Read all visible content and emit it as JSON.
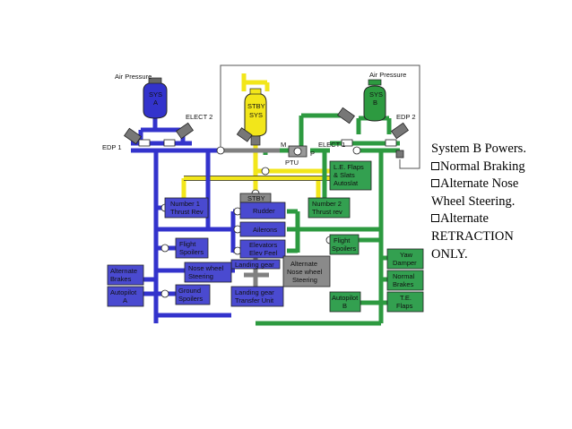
{
  "colors": {
    "system_a": "#3333cc",
    "system_b": "#2d9a40",
    "standby": "#f2e61a",
    "gray": "#808080",
    "box_blue": "#4a4ad0",
    "box_green": "#33a050",
    "box_gray": "#8a8a8a"
  },
  "labels": {
    "air_pressure_a": "Air Pressure",
    "air_pressure_b": "Air Pressure",
    "sys_a": "SYS A",
    "sys_b": "SYS B",
    "stby_sys": "STBY SYS",
    "elect2_a": "ELECT 2",
    "edp1": "EDP 1",
    "elect1": "ELECT 1",
    "edp2": "EDP 2",
    "ptu": "PTU",
    "m": "M",
    "p": "P"
  },
  "boxes": {
    "le_flaps": "L.E. Flaps & Slats Autoslat",
    "number1_thrust": "Number 1 Thrust Rev",
    "stby_rudder": "STBY Rudder",
    "number2_thrust": "Number 2 Thrust rev",
    "ailerons": "Ailerons",
    "elevators": "Elevators Elev Feel",
    "flight_spoilers_a": "Flight Spoilers",
    "flight_spoilers_b": "Flight Spoilers",
    "landing_gear": "Landing gear",
    "alternate_brakes": "Alternate Brakes",
    "nose_wheel": "Nose wheel Steering",
    "alt_nose_wheel": "Alternate Nose wheel Steering",
    "yaw_damper": "Yaw Damper",
    "normal_brakes": "Normal Brakes",
    "autopilot_a": "Autopilot A",
    "ground_spoilers": "Ground Spoilers",
    "landing_gear_transfer": "Landing gear Transfer Unit",
    "autopilot_b": "Autopilot B",
    "te_flaps": "T.E. Flaps"
  },
  "bullets": {
    "heading": "System B Powers.",
    "item1": "Normal Braking",
    "item2a": "Alternate Nose",
    "item2b": "Wheel Steering.",
    "item3a": "Alternate",
    "item3b": "RETRACTION",
    "item3c": "ONLY."
  }
}
